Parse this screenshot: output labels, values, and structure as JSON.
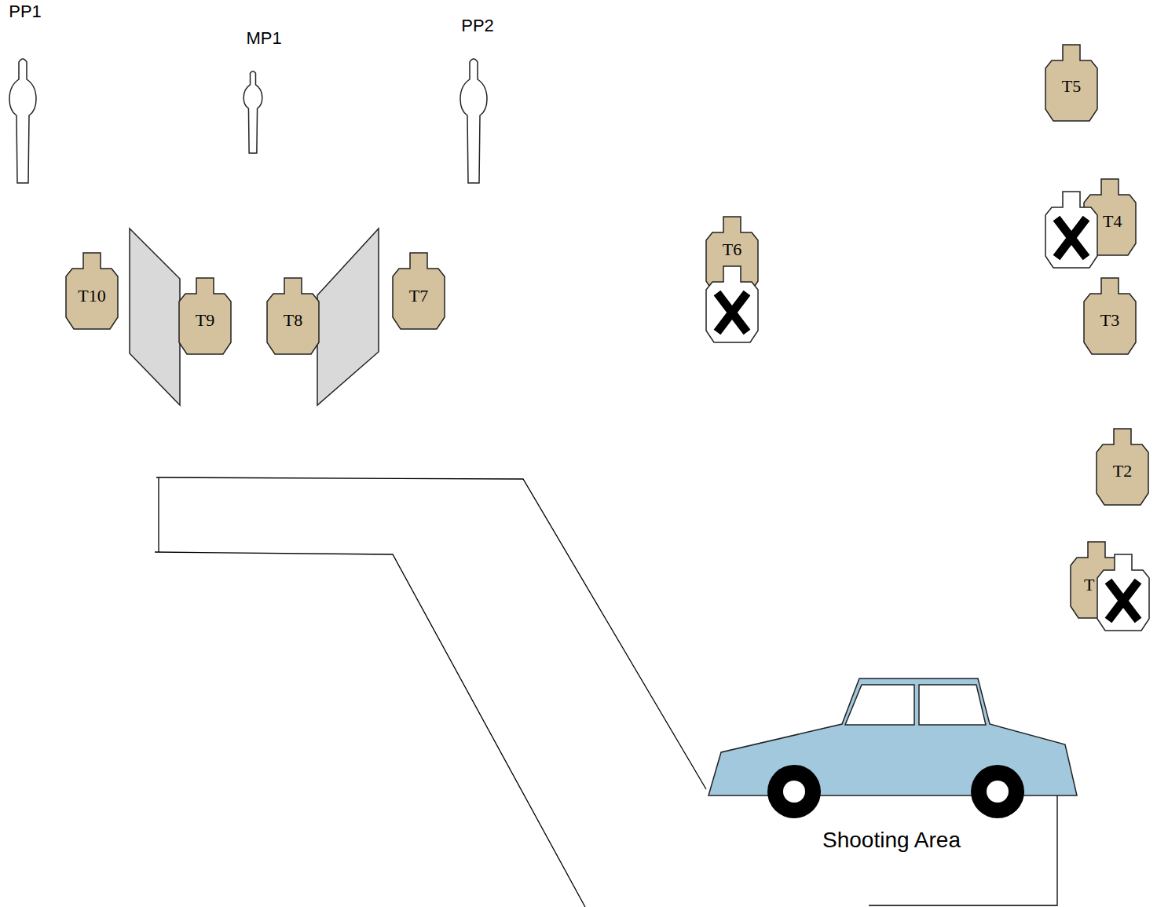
{
  "diagram": {
    "nodes": [
      {
        "text": [
          "PP1"
        ]
      },
      {
        "text": [
          "MP1"
        ]
      },
      {
        "text": [
          "PP2"
        ]
      },
      {
        "text": [
          "T5"
        ]
      },
      {
        "text": [
          "T4"
        ]
      },
      {
        "text": [
          "T6"
        ]
      },
      {
        "text": [
          "T3"
        ]
      },
      {
        "text": [
          "T10"
        ]
      },
      {
        "text": [
          "T9"
        ]
      },
      {
        "text": [
          "T8"
        ]
      },
      {
        "text": [
          "T7"
        ]
      },
      {
        "text": [
          "T2"
        ]
      },
      {
        "text": [
          "T"
        ]
      }
    ],
    "labels": [
      "Shooting Area"
    ]
  }
}
